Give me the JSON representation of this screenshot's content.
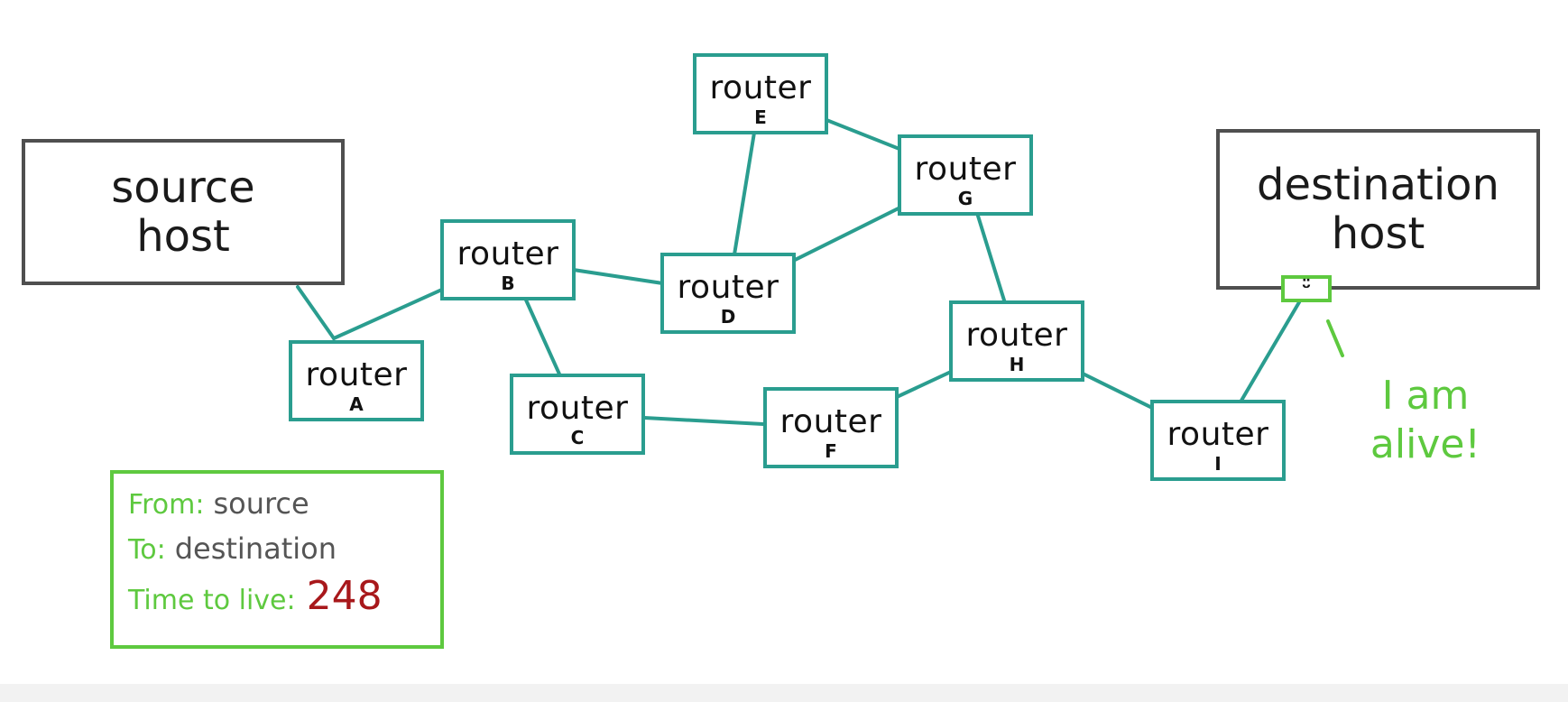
{
  "source_host": {
    "line1": "source",
    "line2": "host"
  },
  "destination_host": {
    "line1": "destination",
    "line2": "host"
  },
  "routers": [
    {
      "id": "A",
      "label": "router"
    },
    {
      "id": "B",
      "label": "router"
    },
    {
      "id": "C",
      "label": "router"
    },
    {
      "id": "D",
      "label": "router"
    },
    {
      "id": "E",
      "label": "router"
    },
    {
      "id": "F",
      "label": "router"
    },
    {
      "id": "G",
      "label": "router"
    },
    {
      "id": "H",
      "label": "router"
    },
    {
      "id": "I",
      "label": "router"
    }
  ],
  "links": [
    [
      "source",
      "A"
    ],
    [
      "A",
      "B"
    ],
    [
      "B",
      "C"
    ],
    [
      "B",
      "D"
    ],
    [
      "D",
      "E"
    ],
    [
      "E",
      "G"
    ],
    [
      "D",
      "G"
    ],
    [
      "G",
      "H"
    ],
    [
      "C",
      "F"
    ],
    [
      "F",
      "H"
    ],
    [
      "H",
      "I"
    ],
    [
      "I",
      "destination"
    ]
  ],
  "packet": {
    "from_label": "From:",
    "from_value": "source",
    "to_label": "To:",
    "to_value": "destination",
    "ttl_label": "Time to live:",
    "ttl_value": "248"
  },
  "destination_interface": {
    "face": "ᵕ̈"
  },
  "annotation": {
    "line1": "I am",
    "line2": "alive!"
  },
  "colors": {
    "link": "#2a9d8f",
    "router_border": "#2a9d8f",
    "host_border": "#4f4f4f",
    "packet_accent": "#5ec93f",
    "ttl_value": "#a8181b"
  }
}
